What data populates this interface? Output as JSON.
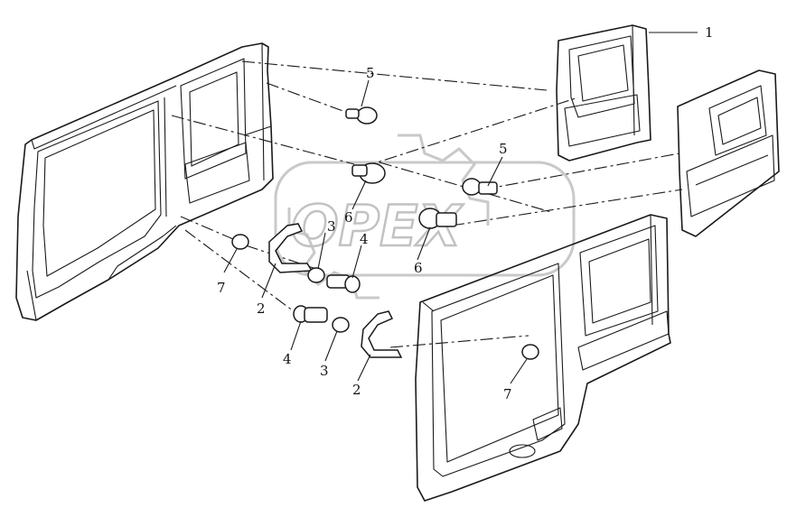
{
  "watermark": {
    "text": "OPEX",
    "color": "#c2c2c2"
  },
  "callouts": [
    {
      "id": "c1",
      "text": "1"
    },
    {
      "id": "c5a",
      "text": "5"
    },
    {
      "id": "c6a",
      "text": "6"
    },
    {
      "id": "c5b",
      "text": "5"
    },
    {
      "id": "c3a",
      "text": "3"
    },
    {
      "id": "c4a",
      "text": "4"
    },
    {
      "id": "c6b",
      "text": "6"
    },
    {
      "id": "c7a",
      "text": "7"
    },
    {
      "id": "c2a",
      "text": "2"
    },
    {
      "id": "c4b",
      "text": "4"
    },
    {
      "id": "c3b",
      "text": "3"
    },
    {
      "id": "c2b",
      "text": "2"
    },
    {
      "id": "c7b",
      "text": "7"
    }
  ]
}
